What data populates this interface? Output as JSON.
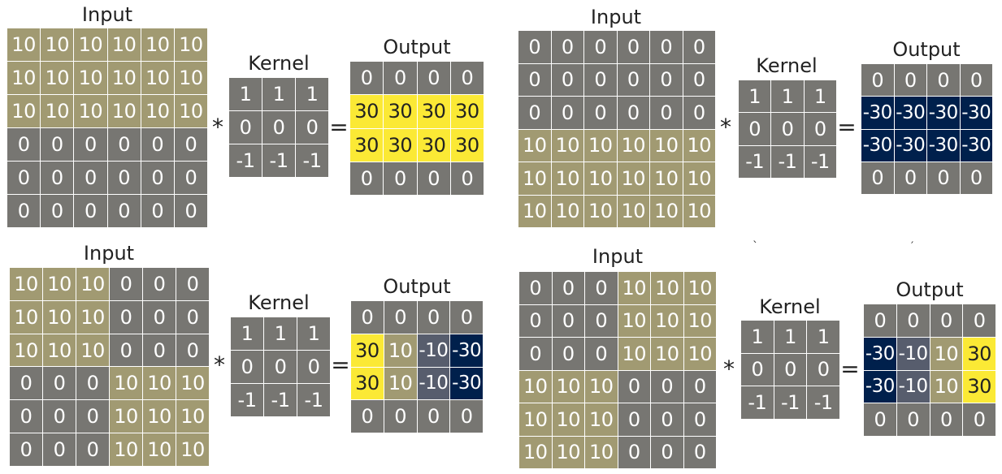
{
  "colors": {
    "gray": "#777672",
    "tan": "#a19a72",
    "yellow": "#fbe935",
    "navy": "#00204c",
    "slate": "#575d6d"
  },
  "panels": [
    {
      "input": {
        "label": "Input",
        "rows": [
          [
            10,
            10,
            10,
            10,
            10,
            10
          ],
          [
            10,
            10,
            10,
            10,
            10,
            10
          ],
          [
            10,
            10,
            10,
            10,
            10,
            10
          ],
          [
            0,
            0,
            0,
            0,
            0,
            0
          ],
          [
            0,
            0,
            0,
            0,
            0,
            0
          ],
          [
            0,
            0,
            0,
            0,
            0,
            0
          ]
        ]
      },
      "kernel": {
        "label": "Kernel",
        "rows": [
          [
            1,
            1,
            1
          ],
          [
            0,
            0,
            0
          ],
          [
            -1,
            -1,
            -1
          ]
        ]
      },
      "output": {
        "label": "Output",
        "rows": [
          [
            0,
            0,
            0,
            0
          ],
          [
            30,
            30,
            30,
            30
          ],
          [
            30,
            30,
            30,
            30
          ],
          [
            0,
            0,
            0,
            0
          ]
        ]
      },
      "star": "*",
      "equals": "="
    },
    {
      "input": {
        "label": "Input",
        "rows": [
          [
            0,
            0,
            0,
            0,
            0,
            0
          ],
          [
            0,
            0,
            0,
            0,
            0,
            0
          ],
          [
            0,
            0,
            0,
            0,
            0,
            0
          ],
          [
            10,
            10,
            10,
            10,
            10,
            10
          ],
          [
            10,
            10,
            10,
            10,
            10,
            10
          ],
          [
            10,
            10,
            10,
            10,
            10,
            10
          ]
        ]
      },
      "kernel": {
        "label": "Kernel",
        "rows": [
          [
            1,
            1,
            1
          ],
          [
            0,
            0,
            0
          ],
          [
            -1,
            -1,
            -1
          ]
        ]
      },
      "output": {
        "label": "Output",
        "rows": [
          [
            0,
            0,
            0,
            0
          ],
          [
            -30,
            -30,
            -30,
            -30
          ],
          [
            -30,
            -30,
            -30,
            -30
          ],
          [
            0,
            0,
            0,
            0
          ]
        ]
      },
      "star": "*",
      "equals": "="
    },
    {
      "input": {
        "label": "Input",
        "rows": [
          [
            10,
            10,
            10,
            0,
            0,
            0
          ],
          [
            10,
            10,
            10,
            0,
            0,
            0
          ],
          [
            10,
            10,
            10,
            0,
            0,
            0
          ],
          [
            0,
            0,
            0,
            10,
            10,
            10
          ],
          [
            0,
            0,
            0,
            10,
            10,
            10
          ],
          [
            0,
            0,
            0,
            10,
            10,
            10
          ]
        ]
      },
      "kernel": {
        "label": "Kernel",
        "rows": [
          [
            1,
            1,
            1
          ],
          [
            0,
            0,
            0
          ],
          [
            -1,
            -1,
            -1
          ]
        ]
      },
      "output": {
        "label": "Output",
        "rows": [
          [
            0,
            0,
            0,
            0
          ],
          [
            30,
            10,
            -10,
            -30
          ],
          [
            30,
            10,
            -10,
            -30
          ],
          [
            0,
            0,
            0,
            0
          ]
        ]
      },
      "star": "*",
      "equals": "="
    },
    {
      "input": {
        "label": "Input",
        "rows": [
          [
            0,
            0,
            0,
            10,
            10,
            10
          ],
          [
            0,
            0,
            0,
            10,
            10,
            10
          ],
          [
            0,
            0,
            0,
            10,
            10,
            10
          ],
          [
            10,
            10,
            10,
            0,
            0,
            0
          ],
          [
            10,
            10,
            10,
            0,
            0,
            0
          ],
          [
            10,
            10,
            10,
            0,
            0,
            0
          ]
        ]
      },
      "kernel": {
        "label": "Kernel",
        "rows": [
          [
            1,
            1,
            1
          ],
          [
            0,
            0,
            0
          ],
          [
            -1,
            -1,
            -1
          ]
        ]
      },
      "output": {
        "label": "Output",
        "rows": [
          [
            0,
            0,
            0,
            0
          ],
          [
            -30,
            -10,
            10,
            30
          ],
          [
            -30,
            -10,
            10,
            30
          ],
          [
            0,
            0,
            0,
            0
          ]
        ]
      },
      "star": "*",
      "equals": "="
    }
  ]
}
